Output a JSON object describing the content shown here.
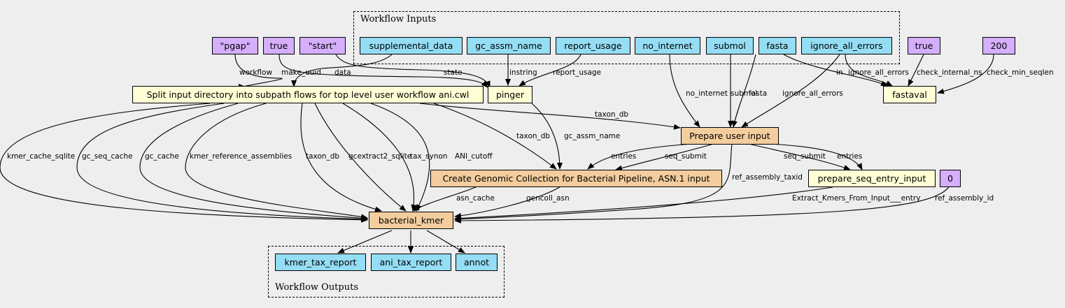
{
  "clusters": {
    "inputs_label": "Workflow Inputs",
    "outputs_label": "Workflow Outputs"
  },
  "colors": {
    "input": "#94ddf4",
    "constant": "#d5aefc",
    "step": "#fffed5",
    "subworkflow": "#f3cd9d",
    "background": "#eeeeee"
  },
  "nodes": {
    "pgap": "\"pgap\"",
    "true1": "true",
    "start": "\"start\"",
    "supplemental_data": "supplemental_data",
    "gc_assm_name": "gc_assm_name",
    "report_usage": "report_usage",
    "no_internet": "no_internet",
    "submol": "submol",
    "fasta": "fasta",
    "ignore_all_errors": "ignore_all_errors",
    "true2": "true",
    "n200": "200",
    "split": "Split input directory into subpath flows for top level user workflow ani.cwl",
    "pinger": "pinger",
    "fastaval": "fastaval",
    "prepare": "Prepare user input",
    "gencoll": "Create Genomic Collection for Bacterial Pipeline, ASN.1 input",
    "prepare_seq": "prepare_seq_entry_input",
    "zero": "0",
    "bacterial_kmer": "bacterial_kmer",
    "kmer_tax_report": "kmer_tax_report",
    "ani_tax_report": "ani_tax_report",
    "annot": "annot"
  },
  "edge_labels": {
    "workflow": "workflow",
    "make_uuid": "make_uuid",
    "data": "data",
    "instring": "instring",
    "report_usage": "report_usage",
    "state": "state",
    "no_internet": "no_internet",
    "submol": "submol",
    "fasta": "fasta",
    "ignore_all_errors_prep": "ignore_all_errors",
    "in": "in",
    "ignore_all_errors_fv": "ignore_all_errors",
    "check_internal_ns": "check_internal_ns",
    "check_min_seqlen": "check_min_seqlen",
    "taxon_db_prep": "taxon_db",
    "taxon_db_gc": "taxon_db",
    "gc_assm_name": "gc_assm_name",
    "entries_gc": "entries",
    "seq_submit_gc": "seq_submit",
    "seq_submit_ps": "seq_submit",
    "entries_ps": "entries",
    "kmer_cache_sqlite": "kmer_cache_sqlite",
    "gc_seq_cache": "gc_seq_cache",
    "gc_cache": "gc_cache",
    "kmer_reference_assemblies": "kmer_reference_assemblies",
    "taxon_db_bk": "taxon_db",
    "gcextract2_sqlite": "gcextract2_sqlite",
    "tax_synon": "tax_synon",
    "ANI_cutoff": "ANI_cutoff",
    "ref_assembly_taxid": "ref_assembly_taxid",
    "asn_cache": "asn_cache",
    "gencoll_asn": "gencoll_asn",
    "extract_kmers": "Extract_Kmers_From_Input___entry",
    "ref_assembly_id": "ref_assembly_id"
  }
}
